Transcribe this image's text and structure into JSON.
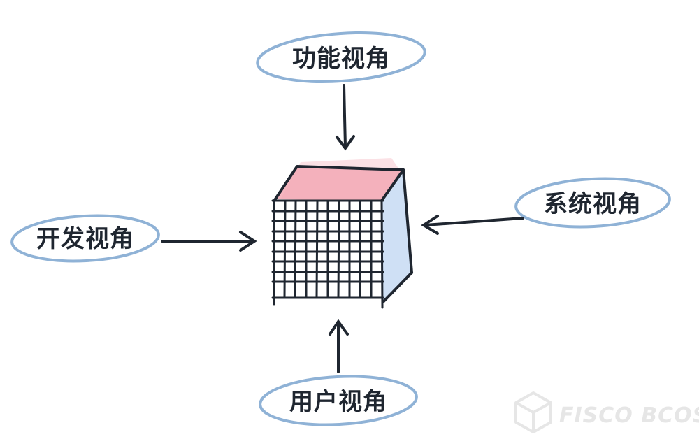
{
  "diagram": {
    "center_object": "cube",
    "perspectives": {
      "top": {
        "label": "功能视角"
      },
      "right": {
        "label": "系统视角"
      },
      "left": {
        "label": "开发视角"
      },
      "bottom": {
        "label": "用户视角"
      }
    }
  },
  "watermark": {
    "text": "FISCO BCOS",
    "icon": "cube-logo-icon"
  },
  "colors": {
    "ink": "#1f2630",
    "ellipse_stroke": "#8fb2d6",
    "cube_top": "#f3a9b5",
    "cube_side": "#cfe0f5",
    "watermark": "#e6e6e6"
  }
}
